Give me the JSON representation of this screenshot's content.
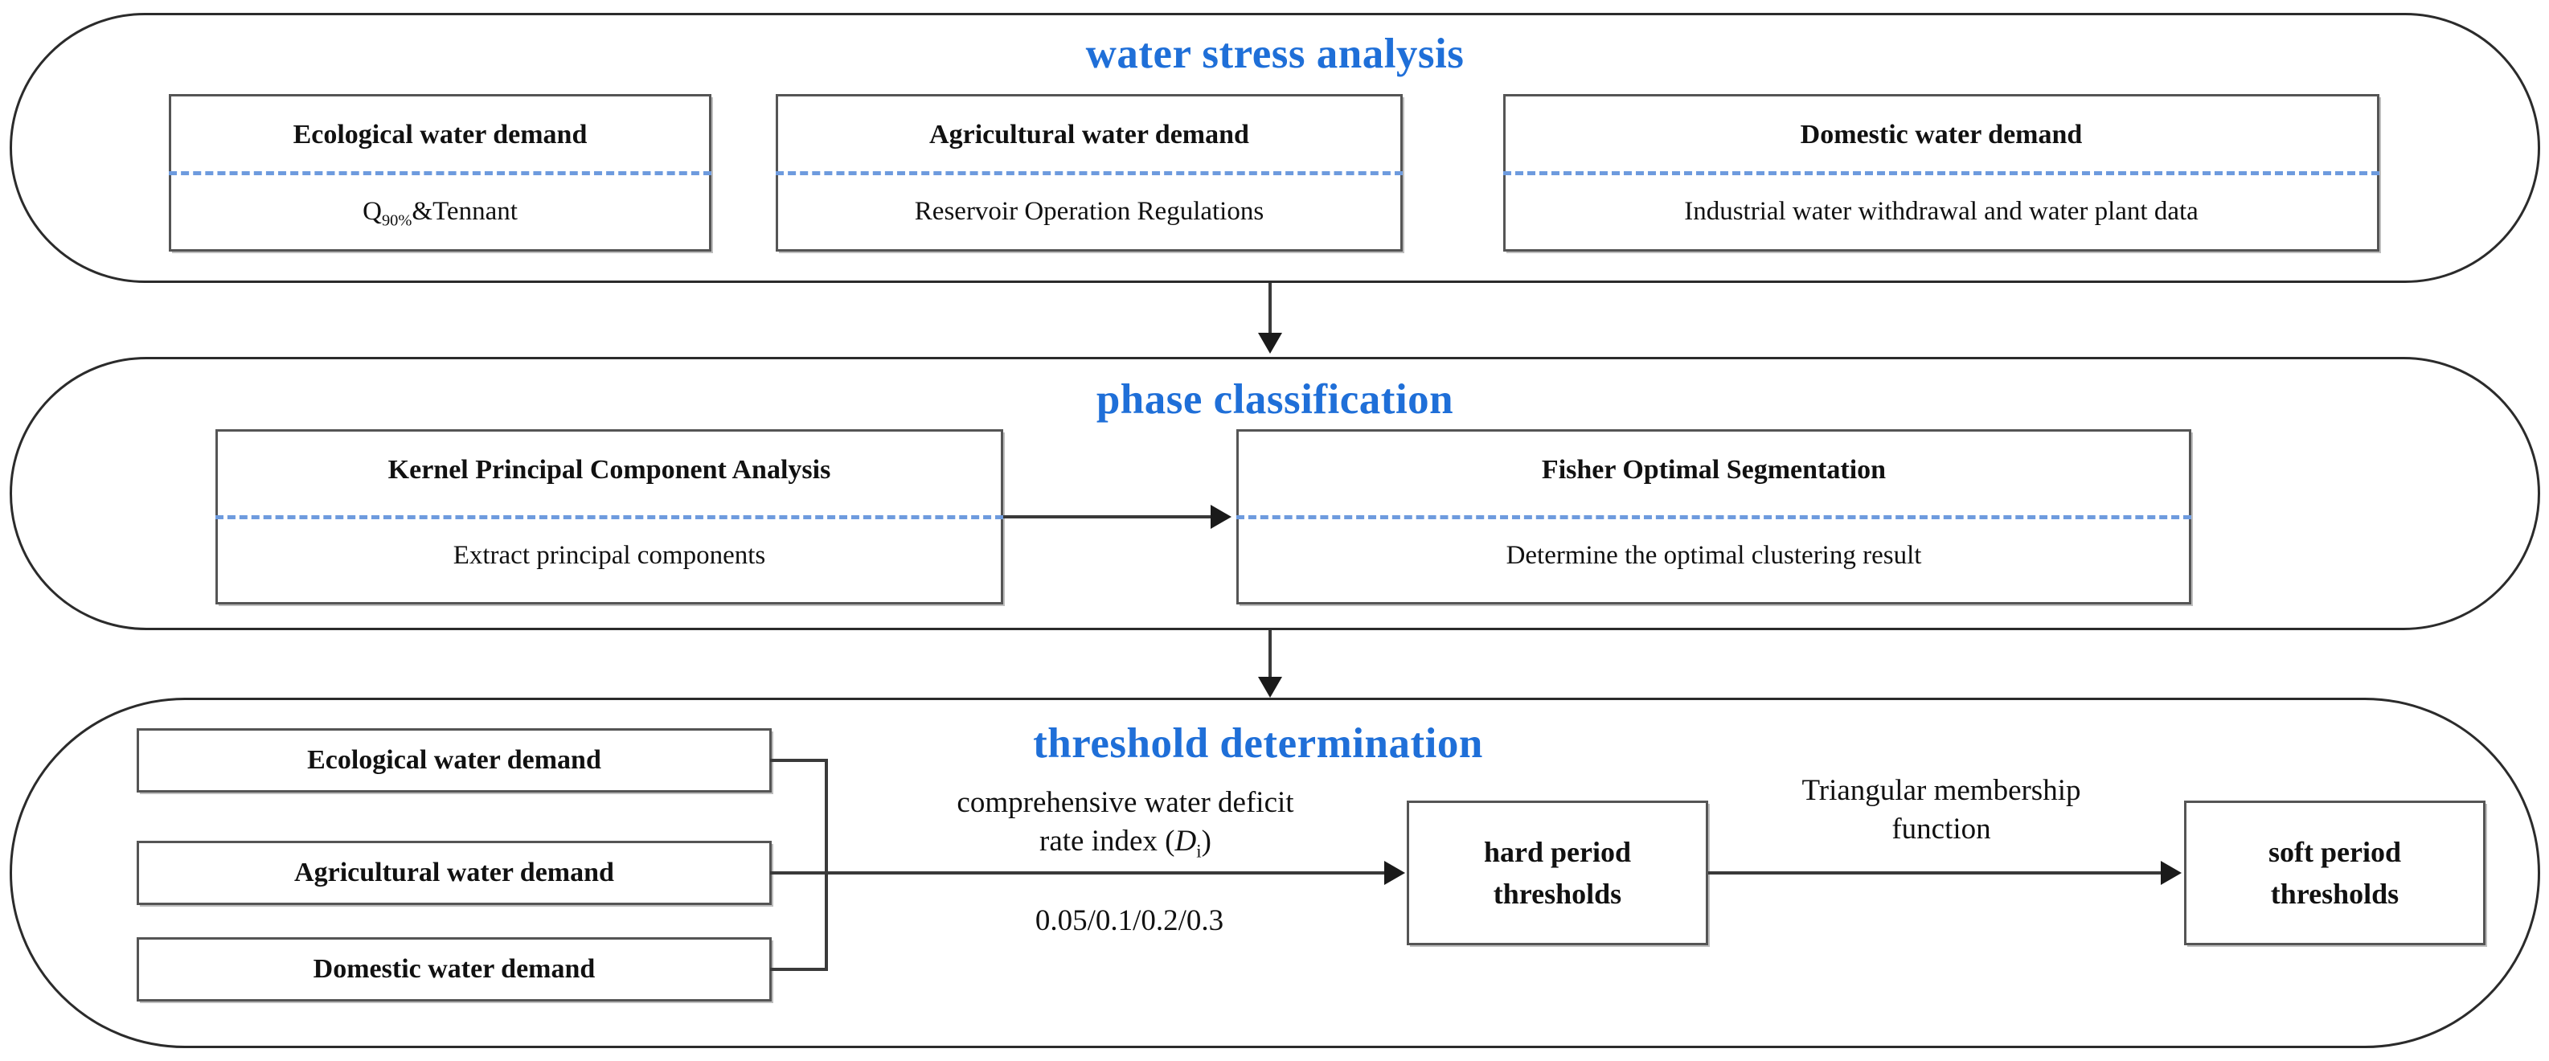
{
  "diagram": {
    "title": "water stress analysis framework flowchart",
    "accent_color": "#1F6FD8",
    "divider_color": "#6E9BDE",
    "line_color": "#3a3a3a"
  },
  "panels": [
    {
      "id": "water-stress-analysis",
      "title": "water stress analysis",
      "boxes": [
        {
          "heading": "Ecological water demand",
          "sub_prefix": "Q",
          "sub_subscript": "90%",
          "sub_suffix": "&Tennant",
          "sub": "Q90%&Tennant"
        },
        {
          "heading": "Agricultural water demand",
          "sub": "Reservoir Operation Regulations"
        },
        {
          "heading": "Domestic water demand",
          "sub": "Industrial water withdrawal and water plant data"
        }
      ]
    },
    {
      "id": "phase-classification",
      "title": "phase classification",
      "boxes": [
        {
          "heading": "Kernel Principal Component Analysis",
          "sub": "Extract principal components"
        },
        {
          "heading": "Fisher Optimal Segmentation",
          "sub": "Determine the optimal clustering result"
        }
      ]
    },
    {
      "id": "threshold-determination",
      "title": "threshold determination",
      "demand_boxes": [
        {
          "label": "Ecological water demand"
        },
        {
          "label": "Agricultural water demand"
        },
        {
          "label": "Domestic water demand"
        }
      ],
      "labels": {
        "cwdi_line1": "comprehensive water deficit",
        "cwdi_line2_prefix": "rate index (",
        "cwdi_line2_var": "D",
        "cwdi_line2_sub": "i",
        "cwdi_line2_suffix": ")",
        "thresholds_values": "0.05/0.1/0.2/0.3",
        "membership_line1": "Triangular membership",
        "membership_line2": "function"
      },
      "result_boxes": [
        {
          "line1": "hard period",
          "line2": "thresholds"
        },
        {
          "line1": "soft period",
          "line2": "thresholds"
        }
      ]
    }
  ]
}
